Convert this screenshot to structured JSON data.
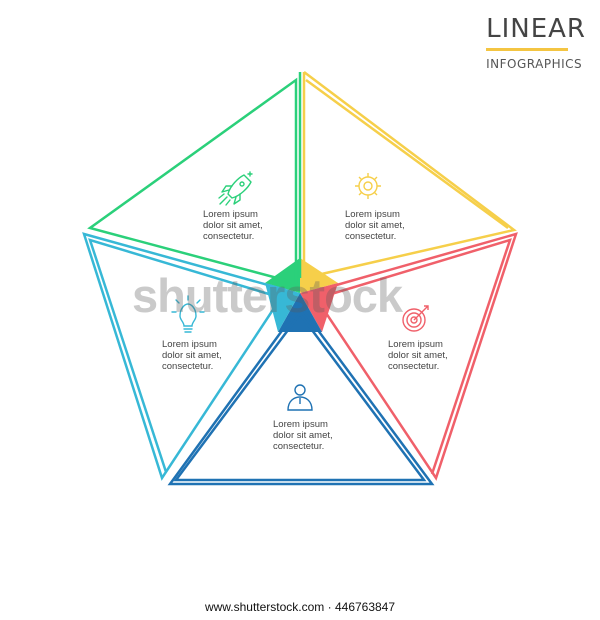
{
  "brand": {
    "title": "LINEAR",
    "subtitle": "INFOGRAPHICS"
  },
  "segments": [
    {
      "text": "Lorem ipsum\ndolor sit amet,\nconsectetur.",
      "icon": "rocket-icon",
      "color": "#2bd07a"
    },
    {
      "text": "Lorem ipsum\ndolor sit amet,\nconsectetur.",
      "icon": "gear-icon",
      "color": "#f6cf4a"
    },
    {
      "text": "Lorem ipsum\ndolor sit amet,\nconsectetur.",
      "icon": "target-icon",
      "color": "#f0606a"
    },
    {
      "text": "Lorem ipsum\ndolor sit amet,\nconsectetur.",
      "icon": "person-icon",
      "color": "#1f72b3"
    },
    {
      "text": "Lorem ipsum\ndolor sit amet,\nconsectetur.",
      "icon": "lightbulb-icon",
      "color": "#37b8d6"
    }
  ],
  "watermark": "shutterstock",
  "footer": "www.shutterstock.com · 446763847"
}
